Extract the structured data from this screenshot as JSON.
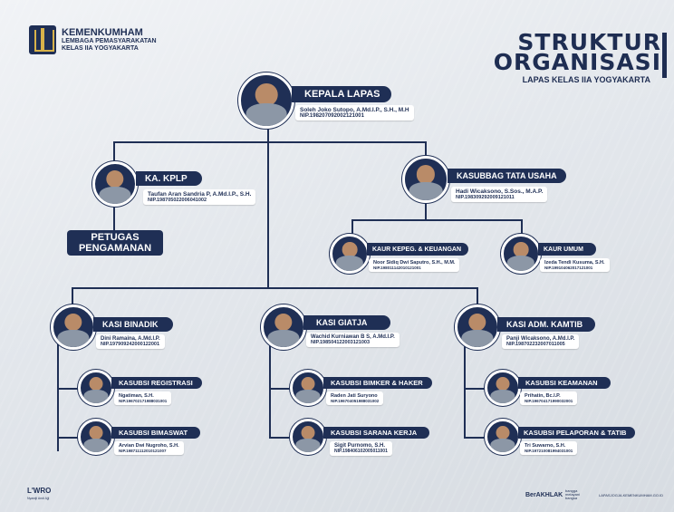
{
  "header": {
    "org_name": "KEMENKUMHAM",
    "org_sub1": "LEMBAGA PEMASYARAKATAN",
    "org_sub2": "KELAS IIA YOGYAKARTA",
    "title_line1": "STRUKTUR",
    "title_line2": "ORGANISASI",
    "title_sub": "LAPAS KELAS IIA YOGYAKARTA"
  },
  "positions": {
    "kepala": {
      "title": "KEPALA LAPAS",
      "name": "Soleh Joko Sutopo, A.Md.I.P., S.H., M.H",
      "nip": "NIP.198207092002121001"
    },
    "kplp": {
      "title": "KA. KPLP",
      "name": "Taufan Aran Sandria P, A.Md.I.P., S.H.",
      "nip": "NIP.198705022006041002"
    },
    "tu": {
      "title": "KASUBBAG TATA USAHA",
      "name": "Hadi Wicaksono, S.Sos., M.A.P.",
      "nip": "NIP.198309292009121011"
    },
    "kepeg": {
      "title": "KAUR KEPEG. & KEUANGAN",
      "name": "Noor Sidiq Dwi Saputro, S.H., M.M.",
      "nip": "NIP.198011142010121001"
    },
    "umum": {
      "title": "KAUR UMUM",
      "name": "Izeda Tendi Kusuma, S.H.",
      "nip": "NIP.199104062017121001"
    },
    "binadik": {
      "title": "KASI BINADIK",
      "name": "Dini Ramaina, A.Md.I.P.",
      "nip": "NIP.197909242000122001"
    },
    "giatja": {
      "title": "KASI GIATJA",
      "name": "Wachid Kurniawan B S, A.Md.I.P.",
      "nip": "NIP.198504122003121003"
    },
    "kamtib": {
      "title": "KASI ADM. KAMTIB",
      "name": "Panji Wicaksono, A.Md.I.P.",
      "nip": "NIP.198702232007011005"
    },
    "registrasi": {
      "title": "KASUBSI REGISTRASI",
      "name": "Ngatiman, S.H.",
      "nip": "NIP.196702171988031001"
    },
    "bimaswat": {
      "title": "KASUBSI BIMASWAT",
      "name": "Arvian Dwi Nugroho, S.H.",
      "nip": "NIP.198711112010121007"
    },
    "bimker": {
      "title": "KASUBSI BIMKER & HAKER",
      "name": "Raden Jati Suryono",
      "nip": "NIP.196704051988031002"
    },
    "sarana": {
      "title": "KASUBSI SARANA KERJA",
      "name": "Sigit Purnomo, S.H.",
      "nip": "NIP.198406102005011001"
    },
    "keamanan": {
      "title": "KASUBSI KEAMANAN",
      "name": "Prihatin, Bc.I.P.",
      "nip": "NIP.196704171990032001"
    },
    "pelaporan": {
      "title": "KASUBSI PELAPORAN & TATIB",
      "name": "Tri Suwarno, S.H.",
      "nip": "NIP.197210081994031001"
    }
  },
  "petugas": {
    "line1": "PETUGAS",
    "line2": "PENGAMANAN"
  },
  "footer": {
    "left_logo": "L'WRO",
    "left_tagline": "Nyawiji Andi Ajji",
    "brand": "BerAKHLAK",
    "bangga": "bangga melayani bangsa",
    "website": "LAPASJOGJA.KEMENKUMHAM.GO.ID"
  },
  "colors": {
    "navy": "#1f2f55",
    "gold": "#d8b24a"
  }
}
